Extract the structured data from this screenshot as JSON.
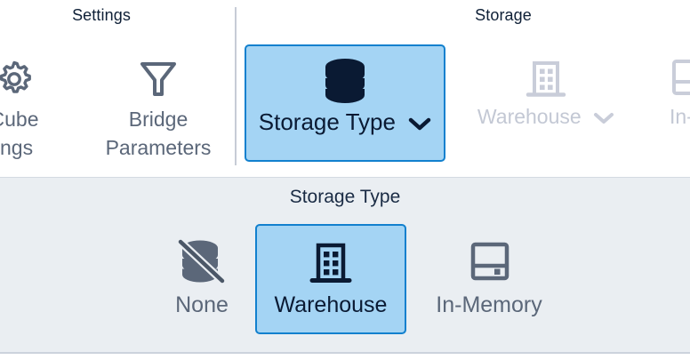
{
  "ribbon": {
    "groups": [
      {
        "name": "settings-group",
        "title": "Settings",
        "commands": [
          {
            "name": "cube-settings",
            "label": "Cube\nings",
            "label_line1": "Cube",
            "label_line2": "ings",
            "icon": "gear-icon",
            "state": "enabled",
            "clipped": true
          },
          {
            "name": "bridge-parameters",
            "label": "Bridge Parameters",
            "label_line1": "Bridge",
            "label_line2": "Parameters",
            "icon": "funnel-icon",
            "state": "enabled"
          }
        ]
      },
      {
        "name": "storage-group",
        "title": "Storage",
        "commands": [
          {
            "name": "storage-type",
            "label": "Storage Type",
            "icon": "database-icon",
            "state": "active",
            "has_dropdown": true,
            "dropdown_icon": "chevron-down-icon"
          },
          {
            "name": "warehouse",
            "label": "Warehouse",
            "icon": "warehouse-icon",
            "state": "disabled",
            "has_dropdown": true,
            "dropdown_icon": "chevron-down-icon"
          },
          {
            "name": "in-memory",
            "label": "In-M",
            "icon": "memory-icon",
            "state": "disabled",
            "clipped": true
          }
        ]
      }
    ]
  },
  "dropdown_panel": {
    "title": "Storage Type",
    "options": [
      {
        "name": "option-none",
        "label": "None",
        "icon": "database-slash-icon",
        "selected": false
      },
      {
        "name": "option-warehouse",
        "label": "Warehouse",
        "icon": "warehouse-icon",
        "selected": true
      },
      {
        "name": "option-in-memory",
        "label": "In-Memory",
        "icon": "memory-icon",
        "selected": false
      }
    ]
  },
  "colors": {
    "accent_border": "#1280ce",
    "accent_fill": "#a4d4f4",
    "panel_bg": "#eaeef2",
    "text_dark": "#0a1a33",
    "text_muted": "#5b6779",
    "text_disabled": "#c3c8d4",
    "divider": "#c7ccd6"
  }
}
